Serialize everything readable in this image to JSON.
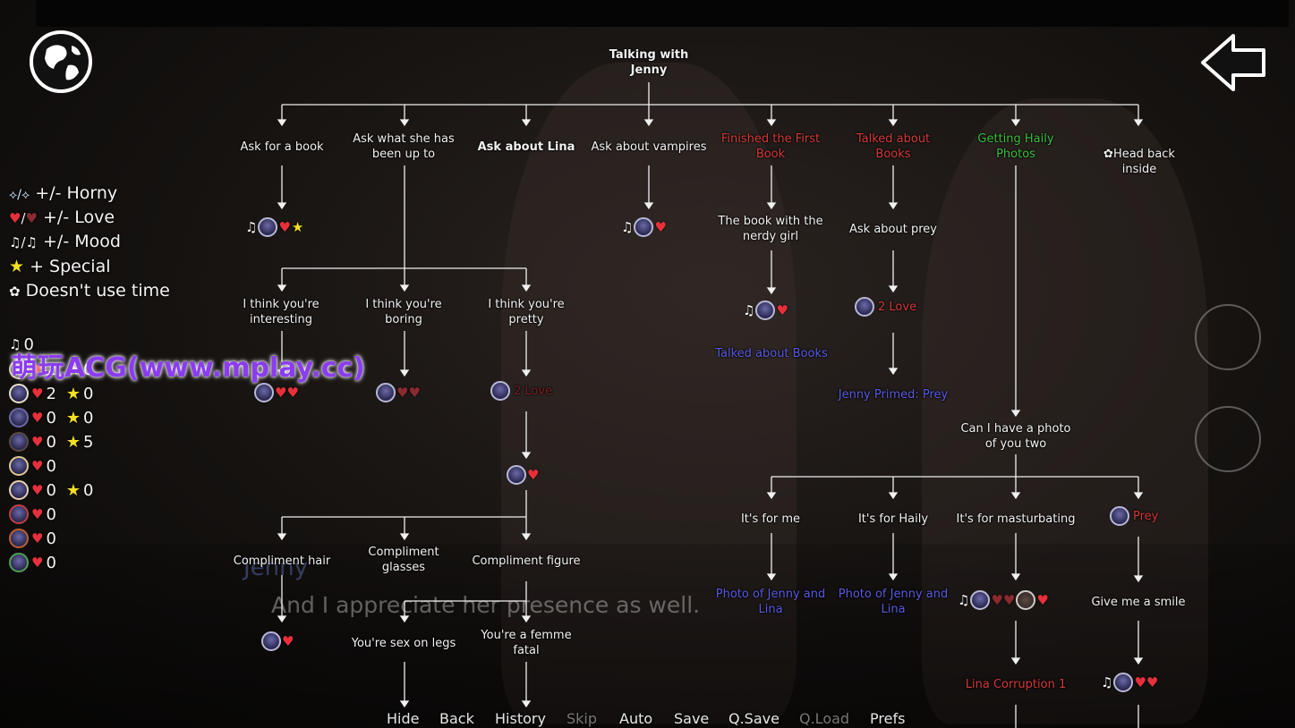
{
  "header": {
    "title": "Talking with\nJenny"
  },
  "icons": {
    "world": "globe-icon",
    "back": "back-arrow-icon"
  },
  "legend": [
    {
      "icon": "horny-icon",
      "text": "+/- Horny"
    },
    {
      "icon": "heart-icon",
      "text": "+/- Love"
    },
    {
      "icon": "music-icon",
      "text": "+/- Mood"
    },
    {
      "icon": "star-icon",
      "text": "+ Special"
    },
    {
      "icon": "no-time-icon",
      "text": "Doesn't use time"
    }
  ],
  "mood_count": "0",
  "tallies": [
    {
      "love": "2",
      "special": "0"
    },
    {
      "love": "2",
      "special": "0"
    },
    {
      "love": "0",
      "special": "0"
    },
    {
      "love": "0",
      "special": "5"
    },
    {
      "love": "0"
    },
    {
      "love": "0",
      "special": "0"
    },
    {
      "love": "0"
    },
    {
      "love": "0"
    },
    {
      "love": "0"
    }
  ],
  "watermark": "萌玩ACG(www.mplay.cc)",
  "tree": {
    "top": [
      "Ask for a book",
      "Ask what she has\nbeen up to",
      "Ask about Lina",
      "Ask about vampires",
      "Finished the First\nBook",
      "Talked about\nBooks",
      "Getting Haily\nPhotos",
      "Head back\ninside"
    ],
    "sub1": [
      "I think you're\ninteresting",
      "I think you're\nboring",
      "I think you're\npretty"
    ],
    "book_nerdy": "The book with the\nnerdy girl",
    "ask_prey": "Ask about prey",
    "two_love_a": "2 Love",
    "two_love_b": "2 Love",
    "talked_books": "Talked about Books",
    "jenny_primed": "Jenny Primed: Prey",
    "photo_two": "Can I have a photo\nof you two",
    "photo_opts": [
      "It's for me",
      "It's for Haily",
      "It's for masturbating"
    ],
    "prey": "Prey",
    "compliments": [
      "Compliment hair",
      "Compliment\nglasses",
      "Compliment figure"
    ],
    "photo_results": [
      "Photo of Jenny and\nLina",
      "Photo of Jenny and\nLina"
    ],
    "smile": "Give me a smile",
    "sex_legs": "You're sex on legs",
    "femme": "You're a femme\nfatal",
    "lina_corruption": "Lina Corruption 1"
  },
  "dialogue": {
    "speaker": "Jenny",
    "line": "And I appreciate her presence as well."
  },
  "menu": [
    {
      "label": "Hide",
      "enabled": true
    },
    {
      "label": "Back",
      "enabled": true
    },
    {
      "label": "History",
      "enabled": true
    },
    {
      "label": "Skip",
      "enabled": false
    },
    {
      "label": "Auto",
      "enabled": true
    },
    {
      "label": "Save",
      "enabled": true
    },
    {
      "label": "Q.Save",
      "enabled": true
    },
    {
      "label": "Q.Load",
      "enabled": false
    },
    {
      "label": "Prefs",
      "enabled": true
    }
  ]
}
